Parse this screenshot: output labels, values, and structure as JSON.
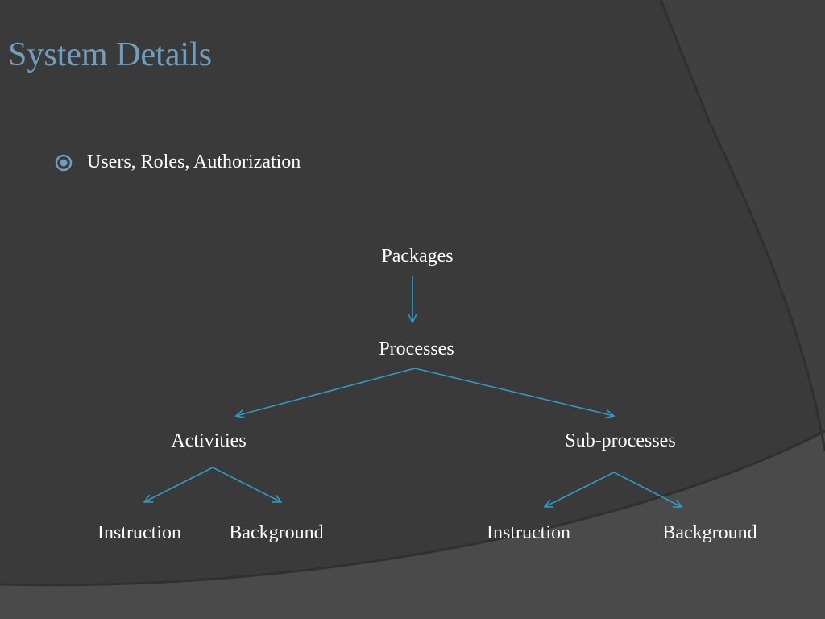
{
  "slide": {
    "title": "System Details",
    "bullet": {
      "text": "Users, Roles, Authorization",
      "icon": "target-bullet-icon"
    }
  },
  "diagram": {
    "nodes": {
      "packages": "Packages",
      "processes": "Processes",
      "activities": "Activities",
      "sub_processes": "Sub-processes",
      "activities_instruction": "Instruction",
      "activities_background": "Background",
      "sub_processes_instruction": "Instruction",
      "sub_processes_background": "Background"
    },
    "edges": [
      {
        "from": "packages",
        "to": "processes"
      },
      {
        "from": "processes",
        "to": "activities"
      },
      {
        "from": "processes",
        "to": "sub_processes"
      },
      {
        "from": "activities",
        "to": "activities_instruction"
      },
      {
        "from": "activities",
        "to": "activities_background"
      },
      {
        "from": "sub_processes",
        "to": "sub_processes_instruction"
      },
      {
        "from": "sub_processes",
        "to": "sub_processes_background"
      }
    ]
  },
  "colors": {
    "background": "#3a3a3a",
    "accent": "#6f9fbd",
    "arrow": "#2e9bc6",
    "text": "#ffffff"
  }
}
